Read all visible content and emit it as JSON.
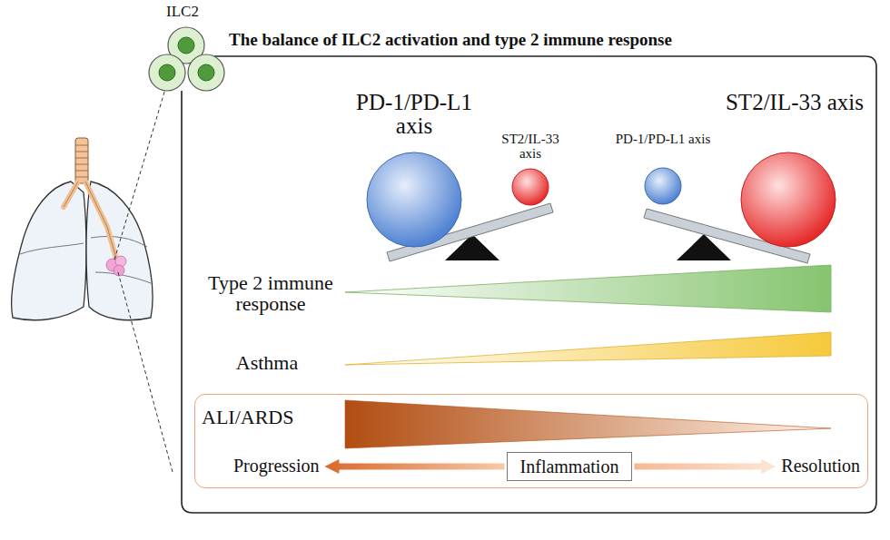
{
  "diagram": {
    "title": "The balance of ILC2 activation and type 2 immune response",
    "nodes": [
      {
        "text": [
          "ALI/ARDS",
          "Progression",
          "Resolution"
        ]
      },
      {
        "text": [
          "Inflammation"
        ],
        "in": 0
      }
    ],
    "labels": [
      "ILC2",
      "PD-1/PD-L1 axis",
      "ST2/IL-33 axis",
      "PD-1/PD-L1 axis",
      "ST2/IL-33 axis",
      "Type 2 immune response",
      "Asthma"
    ]
  }
}
